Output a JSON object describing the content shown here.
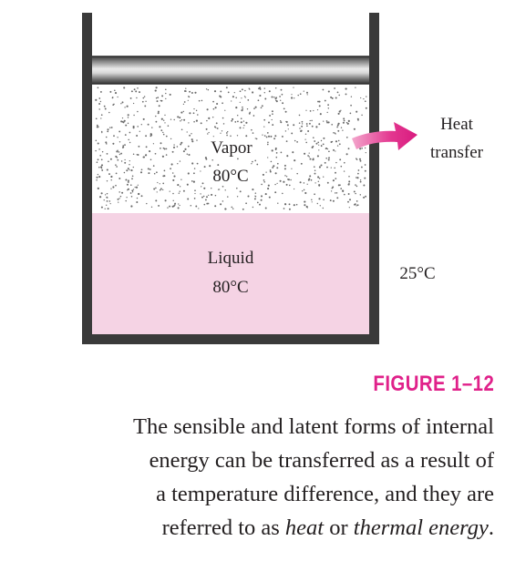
{
  "figure": {
    "vapor_label": "Vapor",
    "vapor_temp": "80°C",
    "liquid_label": "Liquid",
    "liquid_temp": "80°C",
    "heat_label_line1": "Heat",
    "heat_label_line2": "transfer",
    "surroundings_temp": "25°C"
  },
  "caption": {
    "number": "FIGURE 1–12",
    "line1": "The sensible and latent forms of internal",
    "line2": "energy can be transferred as a result of",
    "line3": "a temperature difference, and they are",
    "line4_prefix": "referred to as ",
    "line4_italic1": "heat",
    "line4_middle": " or ",
    "line4_italic2": "thermal energy",
    "line4_suffix": "."
  },
  "colors": {
    "caption_number": "#e0218a",
    "liquid": "#f5d3e4",
    "arrow": "#e3368f",
    "container": "#3a3a3a",
    "piston_dark": "#4a4a4a",
    "piston_light": "#e6e6e6",
    "vapor_dots": "#6a6a6a"
  }
}
